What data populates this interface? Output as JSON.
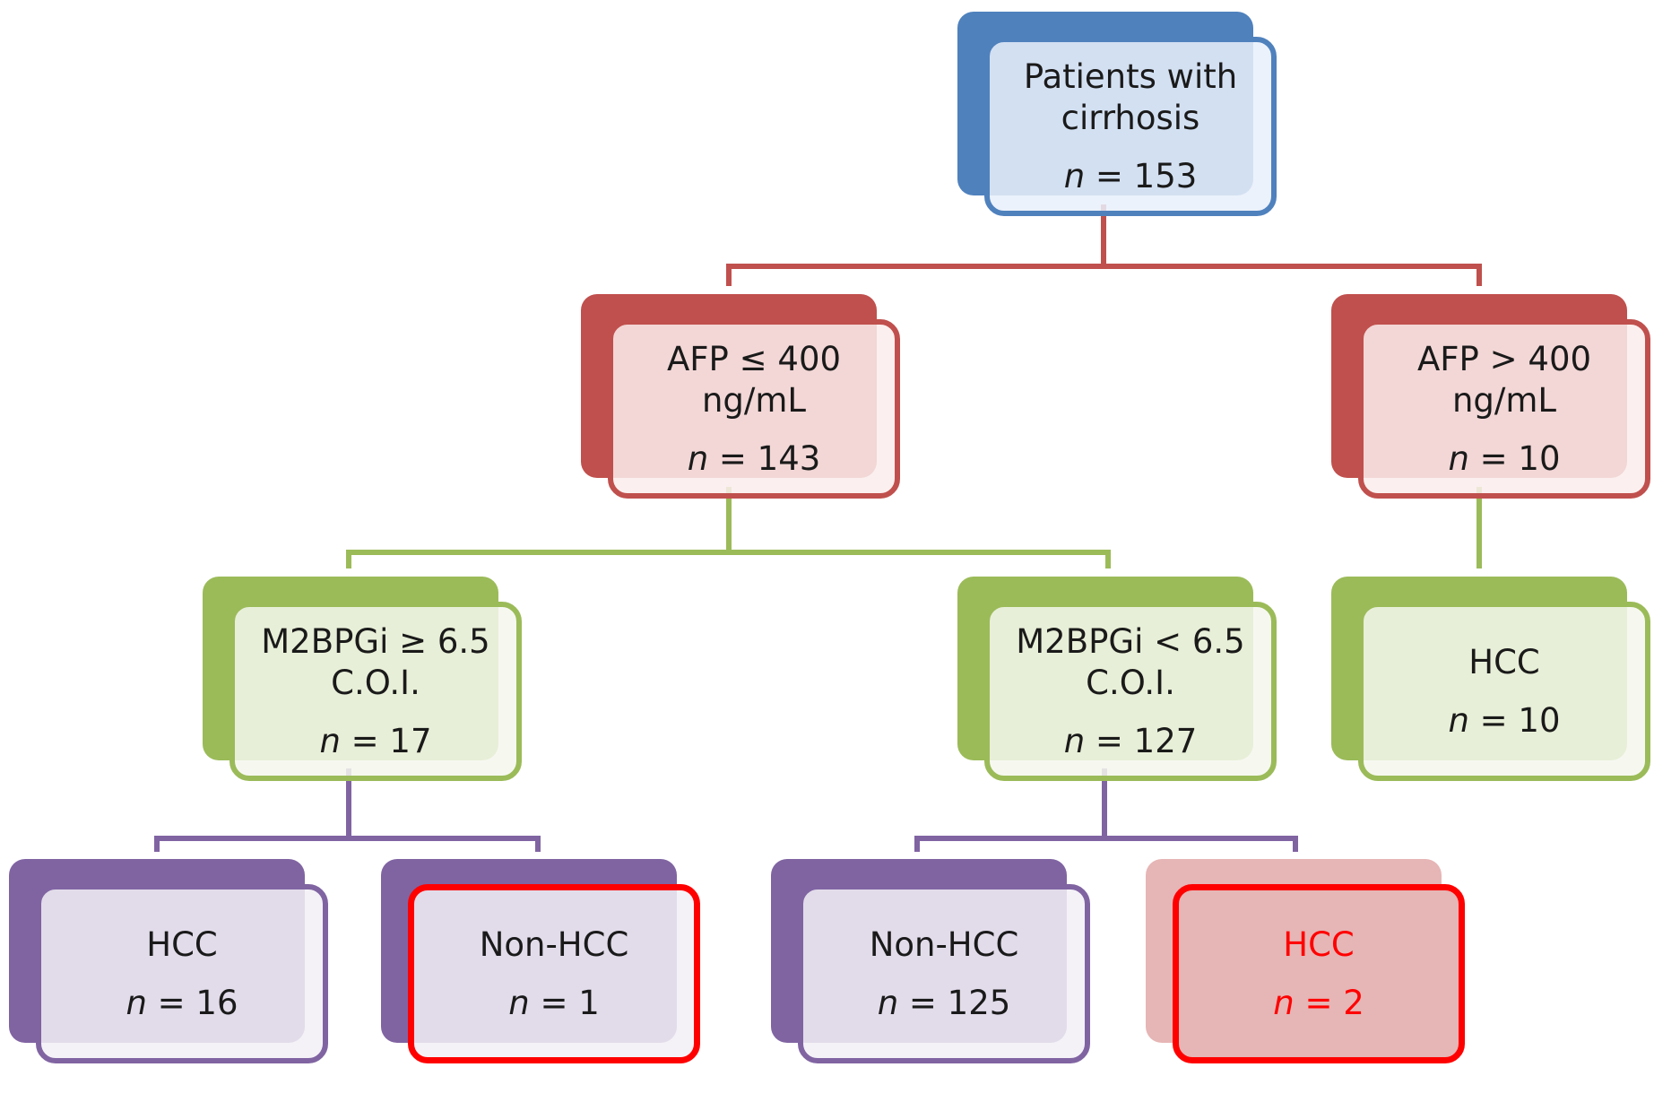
{
  "nodes": {
    "root": {
      "label": "Patients with cirrhosis",
      "n_prefix": "n",
      "n_value": "= 153"
    },
    "afp_low": {
      "label": "AFP ≤ 400 ng/mL",
      "n_prefix": "n",
      "n_value": "= 143"
    },
    "afp_high": {
      "label": "AFP > 400 ng/mL",
      "n_prefix": "n",
      "n_value": "= 10"
    },
    "m2_high": {
      "label": "M2BPGi ≥ 6.5 C.O.I.",
      "n_prefix": "n",
      "n_value": "= 17"
    },
    "m2_low": {
      "label": "M2BPGi < 6.5 C.O.I.",
      "n_prefix": "n",
      "n_value": "= 127"
    },
    "hcc_afp": {
      "label": "HCC",
      "n_prefix": "n",
      "n_value": "= 10"
    },
    "hcc_m2_high": {
      "label": "HCC",
      "n_prefix": "n",
      "n_value": "= 16"
    },
    "nonhcc_m2_high": {
      "label": "Non-HCC",
      "n_prefix": "n",
      "n_value": "= 1"
    },
    "nonhcc_m2_low": {
      "label": "Non-HCC",
      "n_prefix": "n",
      "n_value": "= 125"
    },
    "hcc_m2_low": {
      "label": "HCC",
      "n_prefix": "n",
      "n_value": "= 2"
    }
  },
  "colors": {
    "level1": "#4f81bd",
    "level2": "#c0504d",
    "level3": "#9bbb59",
    "level4": "#8064a2",
    "highlight": "#ff0000",
    "highlight_fill": "#e6b5b5"
  }
}
